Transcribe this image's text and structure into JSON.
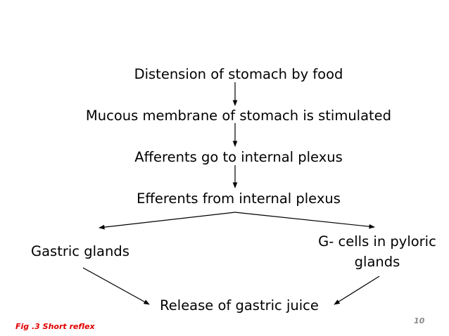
{
  "diagram": {
    "nodes": {
      "distension": "Distension of stomach by food",
      "mucous": "Mucous membrane of stomach is stimulated",
      "afferents": "Afferents go to internal plexus",
      "efferents": "Efferents from internal plexus",
      "gastric_glands": "Gastric glands",
      "g_cells_line1": "G- cells in pyloric",
      "g_cells_line2": "glands",
      "release": "Release of gastric juice"
    },
    "edges": [
      {
        "from": "distension",
        "to": "mucous"
      },
      {
        "from": "mucous",
        "to": "afferents"
      },
      {
        "from": "afferents",
        "to": "efferents"
      },
      {
        "from": "efferents",
        "to": "gastric_glands"
      },
      {
        "from": "efferents",
        "to": "g_cells"
      },
      {
        "from": "gastric_glands",
        "to": "release"
      },
      {
        "from": "g_cells",
        "to": "release"
      }
    ]
  },
  "caption": "Fig .3 Short  reflex",
  "page_number": "10",
  "colors": {
    "text": "#000000",
    "caption": "#e00000",
    "page_number": "#8a8a8a",
    "arrow": "#000000"
  }
}
